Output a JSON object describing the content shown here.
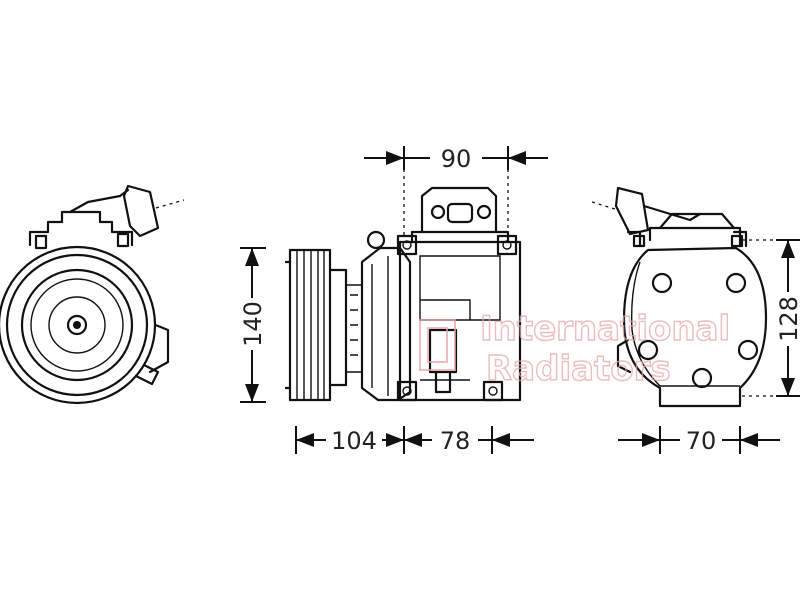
{
  "dimensions": {
    "top_width": "90",
    "height": "140",
    "pulley_length": "104",
    "body_length": "78",
    "rear_height": "128",
    "rear_width": "70"
  },
  "watermark": {
    "line1": "International",
    "line2": "Radiators"
  }
}
